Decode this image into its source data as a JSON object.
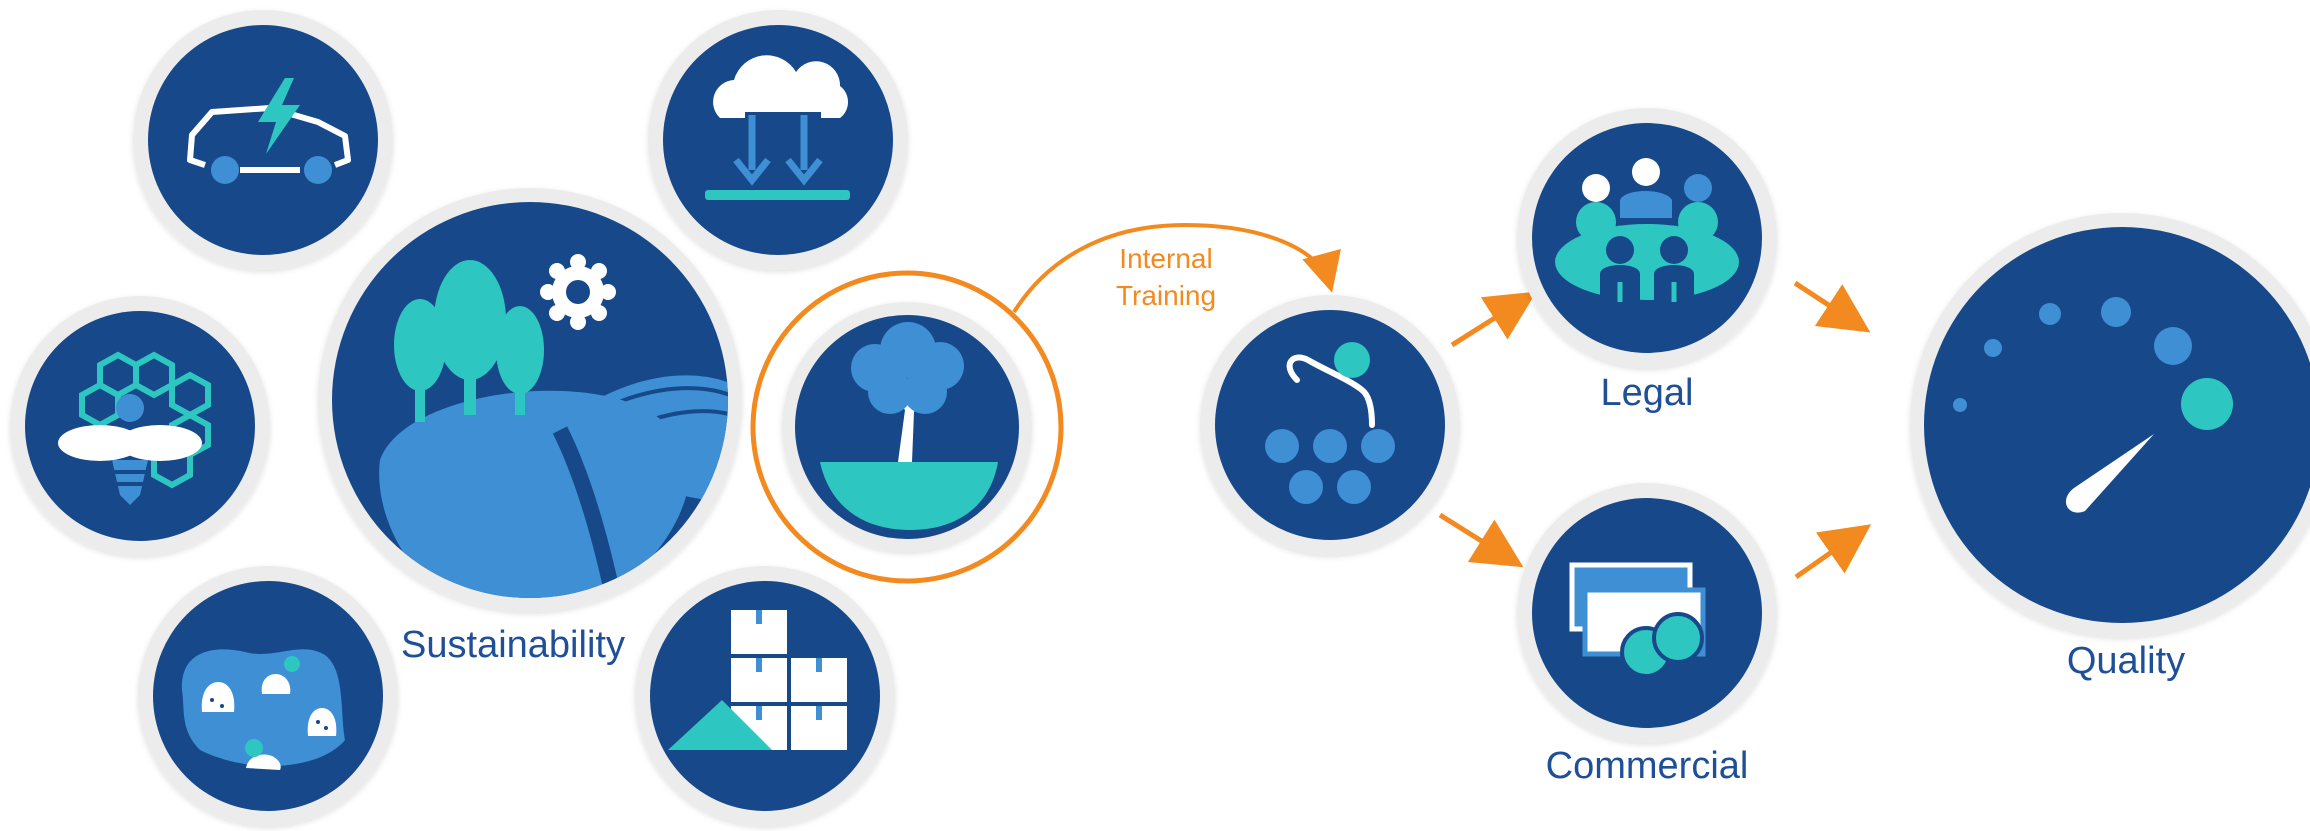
{
  "labels": {
    "sustainability": "Sustainability",
    "internal_training": [
      "Internal",
      "Training"
    ],
    "legal": "Legal",
    "commercial": "Commercial",
    "quality": "Quality"
  },
  "icons": {
    "ev": "electric-car-icon",
    "cloud": "cloud-download-icon",
    "sustainability": "landscape-trees-icon",
    "bee": "bee-honeycomb-icon",
    "training": "tree-growth-icon",
    "farm": "farm-field-icon",
    "logistics": "boxes-warehouse-icon",
    "network": "people-network-icon",
    "legal": "meeting-people-icon",
    "commercial": "presentation-screens-icon",
    "quality": "speedometer-gauge-icon"
  },
  "colors": {
    "navy": "#17498a",
    "mid_blue": "#3f8fd4",
    "teal": "#2ec6c0",
    "orange": "#f28a1f",
    "ring": "#ececec",
    "label_text": "#1e4f97"
  }
}
